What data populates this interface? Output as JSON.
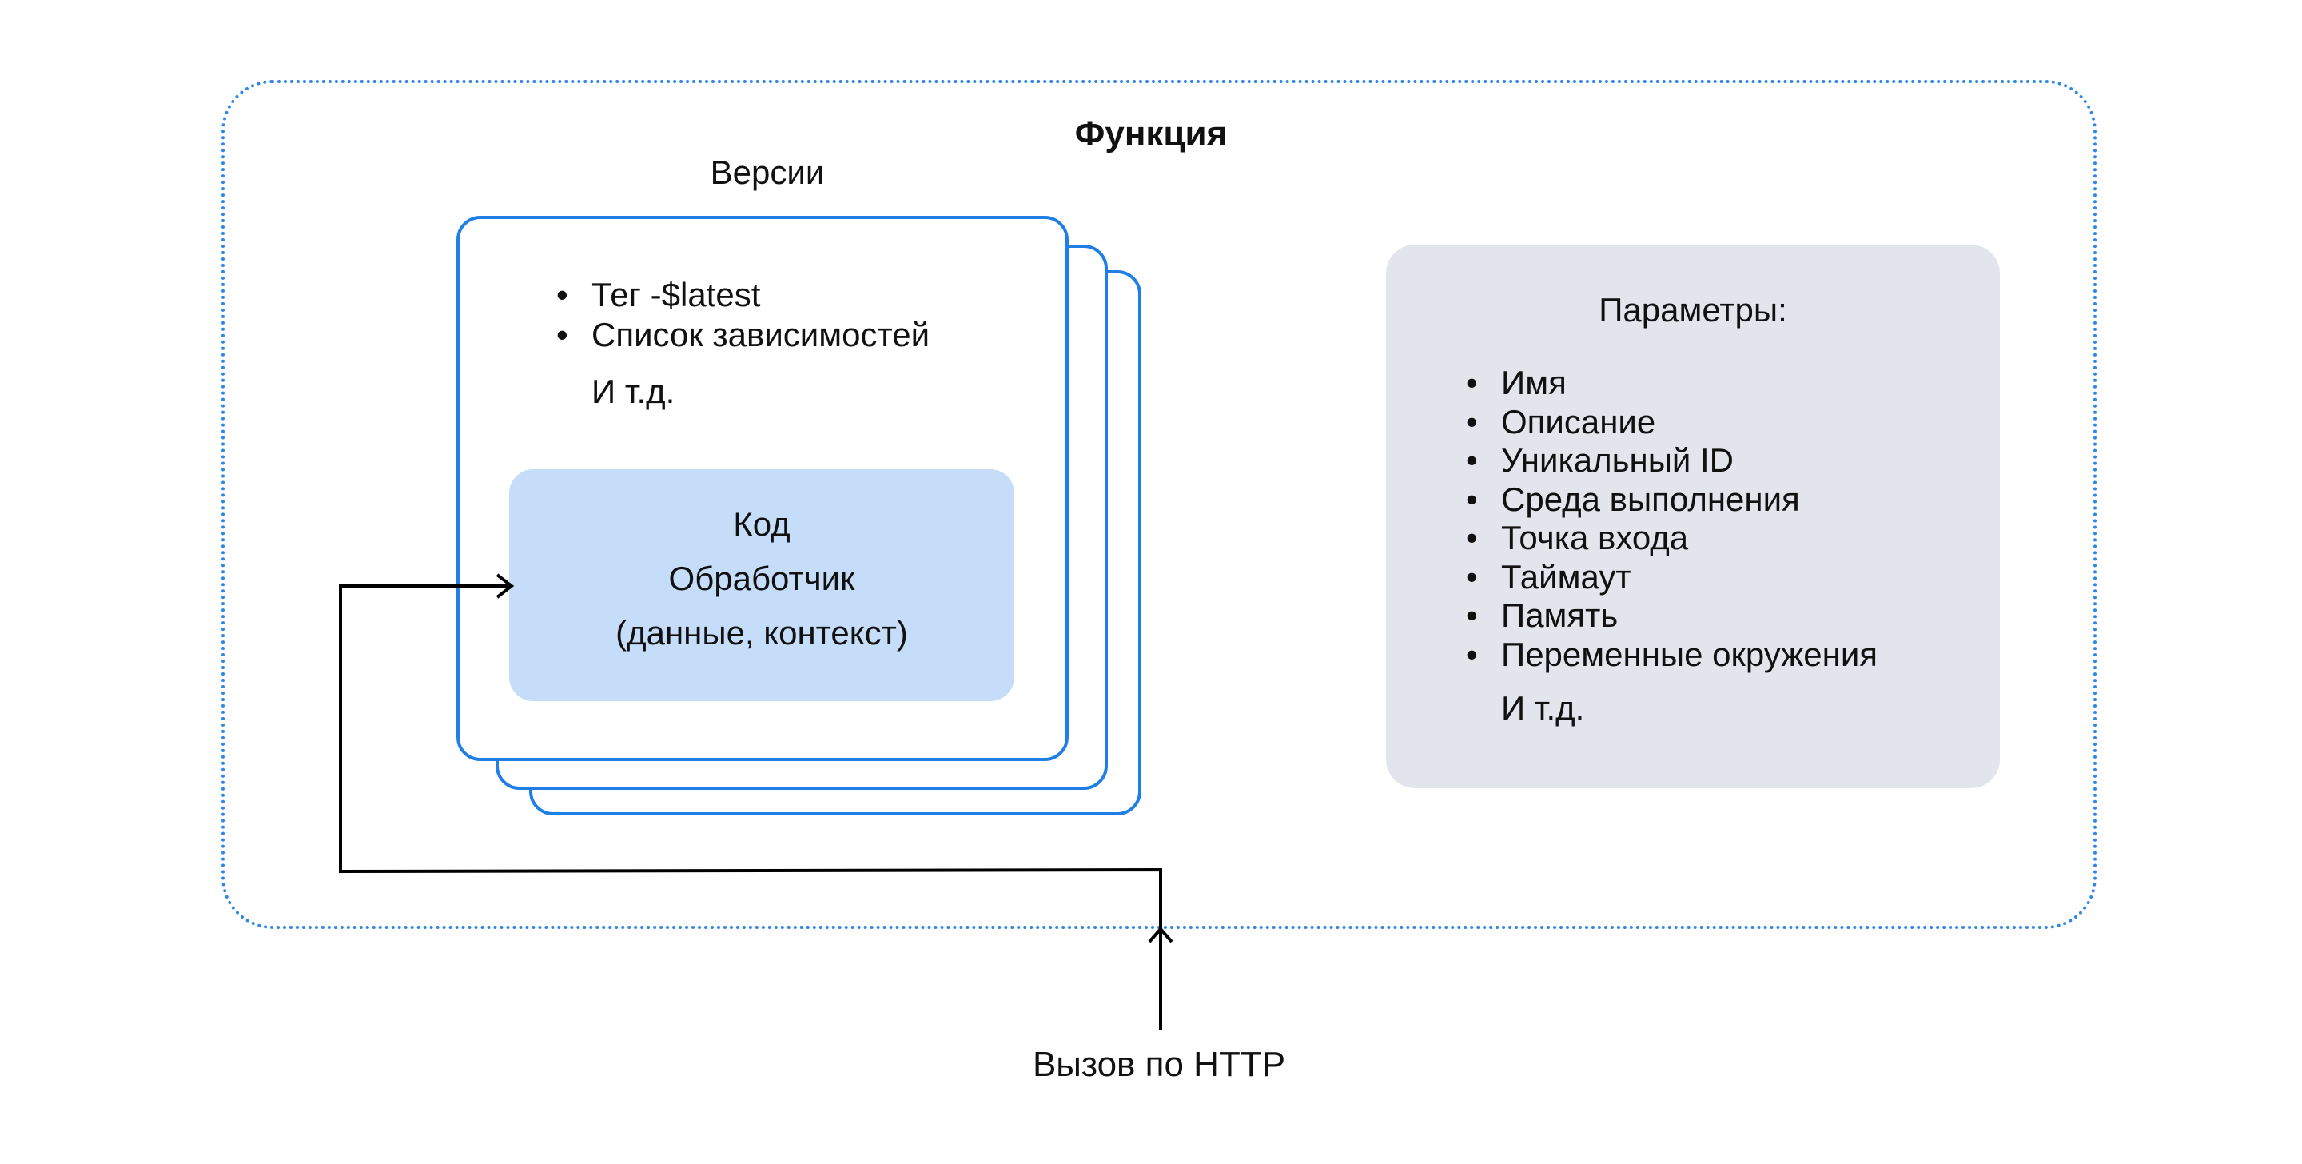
{
  "function": {
    "title": "Функция"
  },
  "versions": {
    "title": "Версии",
    "items": [
      "Тег -$latest",
      "Список зависимостей"
    ],
    "etc": "И т.д.",
    "code": {
      "title": "Код",
      "handler": "Обработчик",
      "args": "(данные, контекст)"
    }
  },
  "parameters": {
    "title": "Параметры:",
    "items": [
      "Имя",
      "Описание",
      "Уникальный ID",
      "Среда выполнения",
      "Точка входа",
      "Таймаут",
      "Память",
      "Переменные окружения"
    ],
    "etc": "И т.д."
  },
  "invocation": {
    "label": "Вызов по HTTP"
  },
  "colors": {
    "frame": "#2f86e6",
    "card_border": "#1f7fe5",
    "code_fill": "#c5ddf8",
    "params_fill": "#e2e6ec",
    "arrow": "#000000"
  }
}
